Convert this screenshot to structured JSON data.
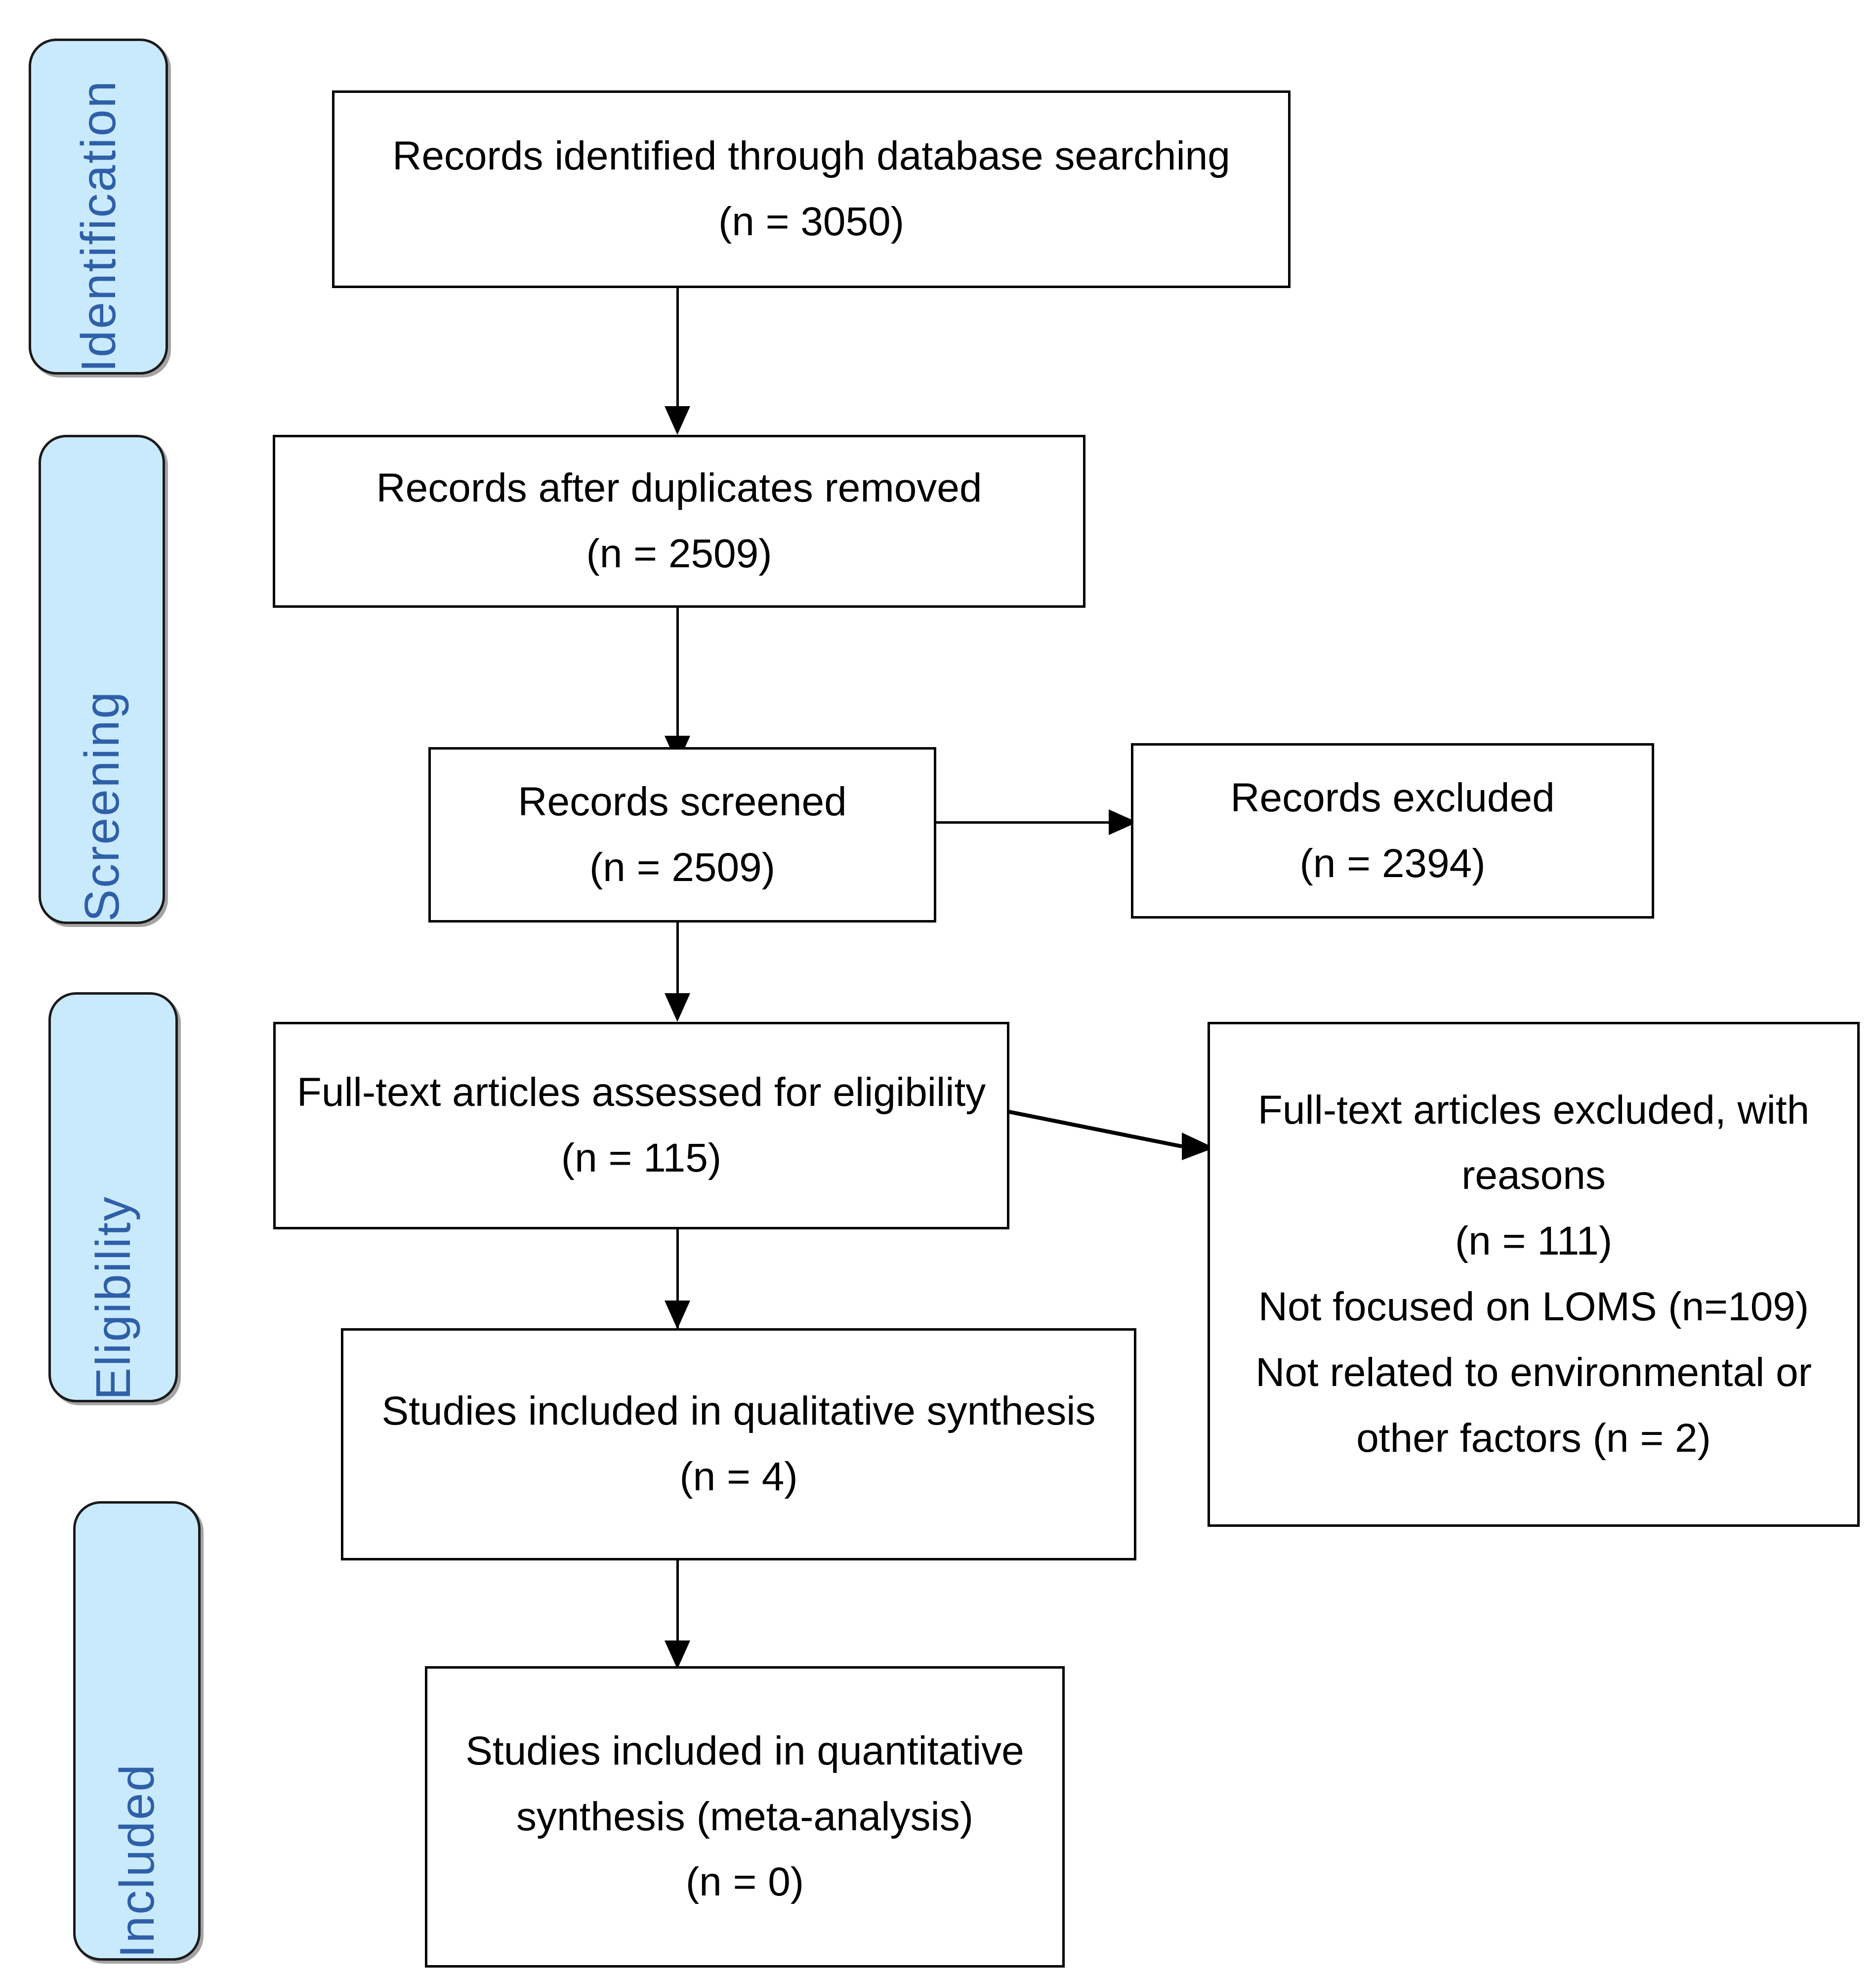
{
  "diagram": {
    "title": "PRISMA flow diagram",
    "accent_blue_fill": "#C9E9FD",
    "accent_blue_text": "#2F5FA8",
    "box_border_color": "#000000",
    "connector_color": "#000000"
  },
  "stages": [
    {
      "id": "identification",
      "label": "Identification"
    },
    {
      "id": "screening",
      "label": "Screening"
    },
    {
      "id": "eligibility",
      "label": "Eligibility"
    },
    {
      "id": "included",
      "label": "Included"
    }
  ],
  "boxes": {
    "records_identified": {
      "line1": "Records identified through database searching",
      "line2": "(n = 3050)"
    },
    "records_after_duplicates": {
      "line1": "Records after duplicates removed",
      "line2": "(n = 2509)"
    },
    "records_screened": {
      "line1": "Records screened",
      "line2": "(n = 2509)"
    },
    "records_excluded": {
      "line1": "Records excluded",
      "line2": "(n = 2394)"
    },
    "fulltext_assessed": {
      "line1": "Full-text articles assessed for eligibility",
      "line2": "(n = 115)"
    },
    "fulltext_excluded": {
      "line1": "Full-text articles excluded, with",
      "line2": "reasons",
      "line3": "(n = 111)",
      "line4": "Not focused on LOMS (n=109)",
      "line5": "Not related to environmental or",
      "line6": "other factors (n = 2)"
    },
    "qualitative_synthesis": {
      "line1": "Studies included in qualitative synthesis",
      "line2": "(n = 4)"
    },
    "quantitative_synthesis": {
      "line1": "Studies included in quantitative",
      "line2": "synthesis (meta-analysis)",
      "line3": "(n = 0)"
    }
  },
  "chart_data": {
    "type": "diagram",
    "title": "PRISMA flow diagram",
    "nodes": [
      {
        "id": "records_identified",
        "stage": "Identification",
        "label": "Records identified through database searching",
        "n": 3050
      },
      {
        "id": "records_after_duplicates",
        "stage": "Screening",
        "label": "Records after duplicates removed",
        "n": 2509
      },
      {
        "id": "records_screened",
        "stage": "Screening",
        "label": "Records screened",
        "n": 2509
      },
      {
        "id": "records_excluded",
        "stage": "Screening",
        "label": "Records excluded",
        "n": 2394
      },
      {
        "id": "fulltext_assessed",
        "stage": "Eligibility",
        "label": "Full-text articles assessed for eligibility",
        "n": 115
      },
      {
        "id": "fulltext_excluded",
        "stage": "Eligibility",
        "label": "Full-text articles excluded, with reasons",
        "n": 111
      },
      {
        "id": "qualitative_synthesis",
        "stage": "Included",
        "label": "Studies included in qualitative synthesis",
        "n": 4
      },
      {
        "id": "quantitative_synthesis",
        "stage": "Included",
        "label": "Studies included in quantitative synthesis (meta-analysis)",
        "n": 0
      }
    ],
    "exclusion_reasons": [
      {
        "reason": "Not focused on LOMS",
        "n": 109
      },
      {
        "reason": "Not related to environmental or other factors",
        "n": 2
      }
    ],
    "edges": [
      {
        "from": "records_identified",
        "to": "records_after_duplicates",
        "direction": "down"
      },
      {
        "from": "records_after_duplicates",
        "to": "records_screened",
        "direction": "down"
      },
      {
        "from": "records_screened",
        "to": "records_excluded",
        "direction": "right"
      },
      {
        "from": "records_screened",
        "to": "fulltext_assessed",
        "direction": "down"
      },
      {
        "from": "fulltext_assessed",
        "to": "fulltext_excluded",
        "direction": "right"
      },
      {
        "from": "fulltext_assessed",
        "to": "qualitative_synthesis",
        "direction": "down"
      },
      {
        "from": "qualitative_synthesis",
        "to": "quantitative_synthesis",
        "direction": "down"
      }
    ]
  }
}
